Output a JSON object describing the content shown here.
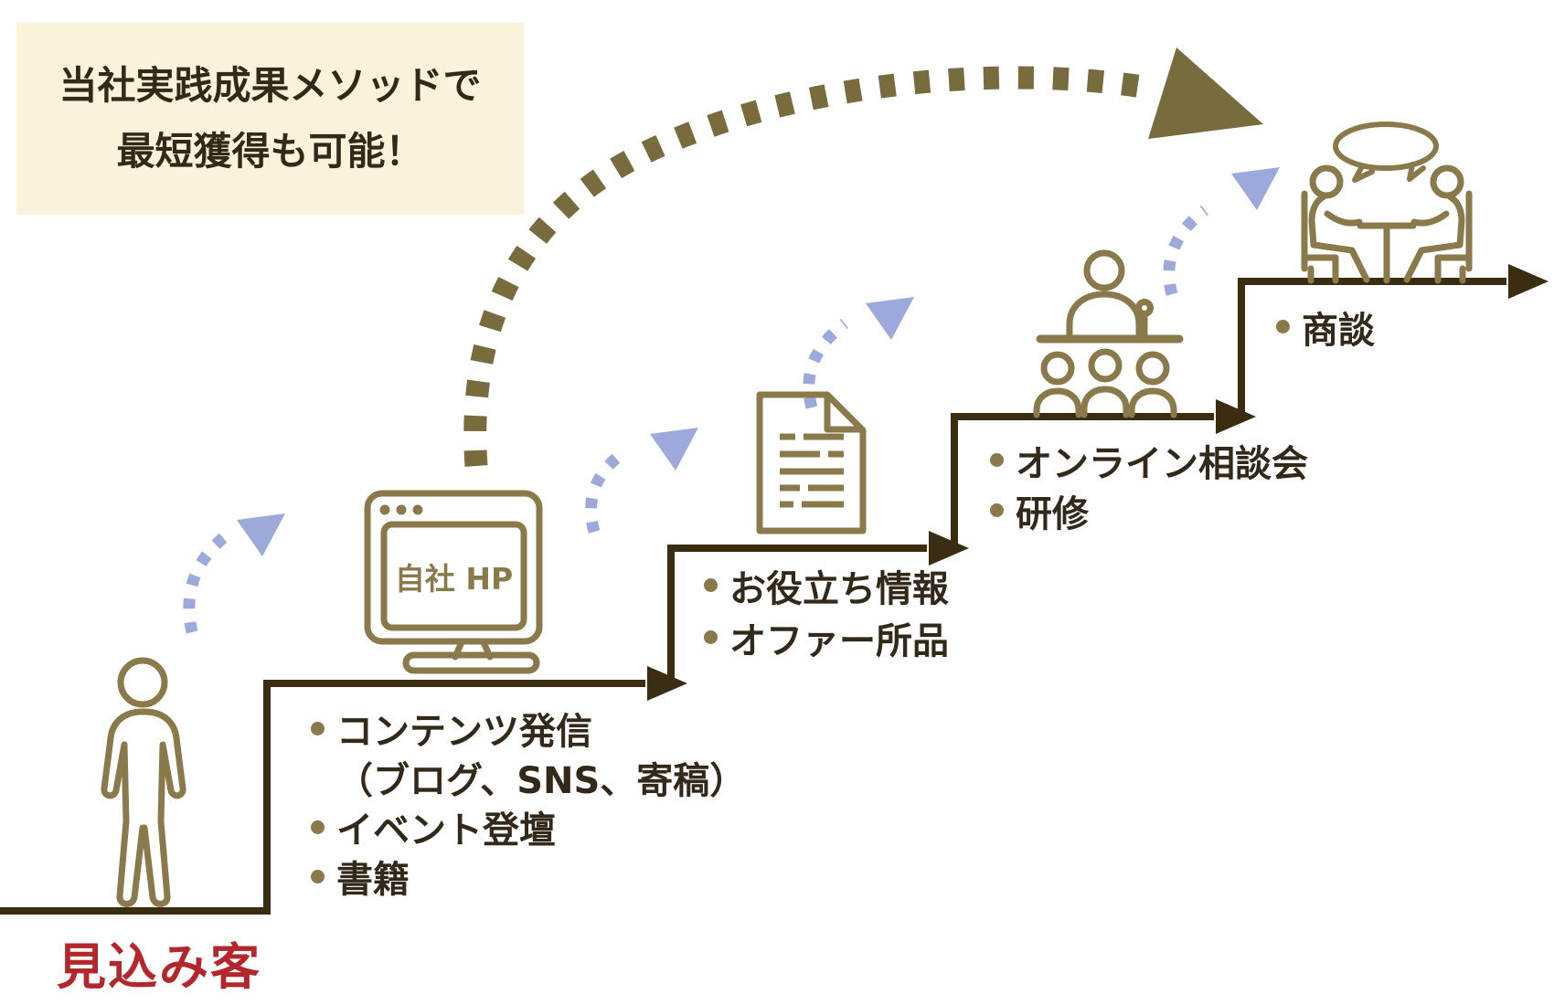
{
  "callout": {
    "line1": "当社実践成果メソッドで",
    "line2": "最短獲得も可能！"
  },
  "start": {
    "label": "見込み客"
  },
  "website": {
    "screen_label": "自社 HP"
  },
  "lists": {
    "website_step": {
      "items": [
        {
          "text": "コンテンツ発信",
          "bullet": true
        },
        {
          "text": "（ブログ、SNS、寄稿）",
          "bullet": false
        },
        {
          "text": "イベント登壇",
          "bullet": true
        },
        {
          "text": "書籍",
          "bullet": true
        }
      ]
    },
    "document_step": {
      "items": [
        {
          "text": "お役立ち情報",
          "bullet": true
        },
        {
          "text": "オファー所品",
          "bullet": true
        }
      ]
    },
    "seminar_step": {
      "items": [
        {
          "text": "オンライン相談会",
          "bullet": true
        },
        {
          "text": "研修",
          "bullet": true
        }
      ]
    },
    "meeting_step": {
      "items": [
        {
          "text": "商談",
          "bullet": true
        }
      ]
    }
  },
  "icons": {
    "prospect": "person-outline",
    "website": "monitor-with-browser-window",
    "document": "document-with-text-lines",
    "seminar": "presenter-with-audience",
    "meeting": "two-people-talking-at-table",
    "shortcut": "big-dashed-arc-arrow",
    "step_arrows": "blue-dotted-curved-arrows"
  },
  "colors": {
    "cream": "#FBF2DC",
    "text": "#33291A",
    "stair": "#3A2D12",
    "olive": "#8A7A4B",
    "arc": "#786C3E",
    "red": "#B2262C",
    "blue": "#9EA9DB"
  }
}
